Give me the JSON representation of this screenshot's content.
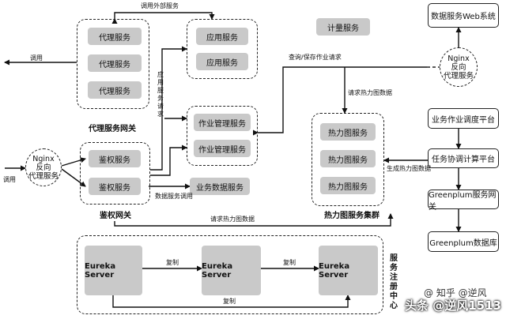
{
  "proxy_gateway": {
    "title": "代理服务网关",
    "services": [
      "代理服务",
      "代理服务",
      "代理服务"
    ]
  },
  "app_group": {
    "services": [
      "应用服务",
      "应用服务"
    ]
  },
  "job_group": {
    "services": [
      "作业管理服务",
      "作业管理服务"
    ]
  },
  "metering": "计量服务",
  "heatmap_cluster": {
    "title": "热力图服务集群",
    "services": [
      "热力图服务",
      "热力图服务",
      "热力图服务"
    ]
  },
  "auth_gateway": {
    "title": "鉴权网关",
    "services": [
      "鉴权服务",
      "鉴权服务"
    ]
  },
  "business_data": "业务数据服务",
  "nginx_left": [
    "Nginx",
    "反向",
    "代理服务"
  ],
  "nginx_right": [
    "Nginx",
    "反向",
    "代理服务"
  ],
  "right_column": {
    "web_system": "数据服务Web系统",
    "scheduler": "业务作业调度平台",
    "coordinator": "任务协调计算平台",
    "gp_gateway": "Greenplum服务网关",
    "gp_db": "Greenplum数据库"
  },
  "registry": {
    "title": "服务注册中心",
    "servers": [
      "Eureka Server",
      "Eureka Server",
      "Eureka Server"
    ],
    "replicate": "复制"
  },
  "labels": {
    "call_external": "调用外部服务",
    "call": "调用",
    "call_in": "调用",
    "app_request": "应用服务请求",
    "query_save_job": "查询/保存作业请求",
    "heatmap_request_top": "请求热力图数据",
    "data_service_call": "数据服务调用",
    "heatmap_request_bottom": "请求热力图数据",
    "gen_heatmap": "生成热力图数据"
  },
  "watermark": {
    "small": "@ 知乎 @逆风",
    "main": "头条 @逆风1513"
  }
}
